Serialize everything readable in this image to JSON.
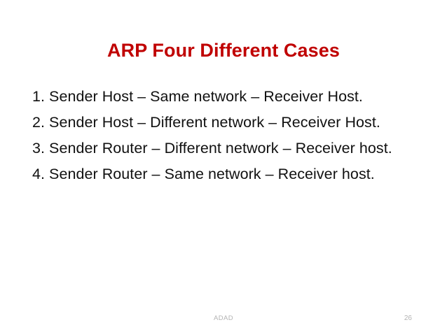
{
  "slide": {
    "title": "ARP Four Different Cases",
    "title_color": "#c00000",
    "background_color": "#ffffff",
    "body_color": "#111111",
    "lines": [
      {
        "text": "1. Sender Host – Same network – Receiver Host."
      },
      {
        "text": "2. Sender Host – Different network – Receiver Host."
      },
      {
        "text": "3. Sender Router – Different network – Receiver host."
      },
      {
        "text": "4. Sender Router – Same network – Receiver host."
      }
    ],
    "footer": {
      "label": "ADAD",
      "page_number": "26",
      "color": "#b3b3b3"
    }
  }
}
